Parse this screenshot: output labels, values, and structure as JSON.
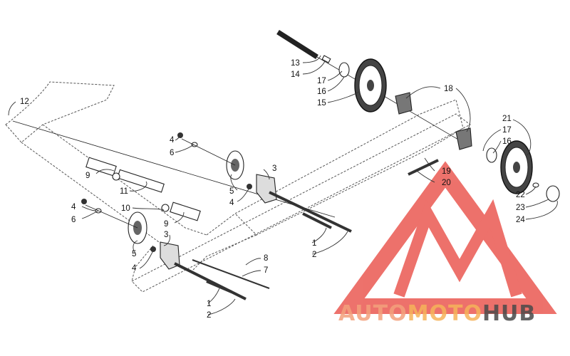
{
  "callouts": {
    "c1a": "1",
    "c1b": "1",
    "c2a": "2",
    "c2b": "2",
    "c3a": "3",
    "c3b": "3",
    "c4a": "4",
    "c4b": "4",
    "c4c": "4",
    "c4d": "4",
    "c5a": "5",
    "c5b": "5",
    "c6a": "6",
    "c6b": "6",
    "c7": "7",
    "c8": "8",
    "c9a": "9",
    "c9b": "9",
    "c10": "10",
    "c11": "11",
    "c12": "12",
    "c13": "13",
    "c14": "14",
    "c15": "15",
    "c16a": "16",
    "c16b": "16",
    "c17a": "17",
    "c17b": "17",
    "c18": "18",
    "c19": "19",
    "c20": "20",
    "c21": "21",
    "c22": "22",
    "c23": "23",
    "c24": "24"
  },
  "watermark": {
    "part1": "AUTO",
    "part2": "MOTO",
    "part3": "HUB",
    "color_salmon": "#f3a07c",
    "color_orange": "#f6b35a",
    "color_red": "#e84a42",
    "color_dark": "#4a4a4a"
  }
}
